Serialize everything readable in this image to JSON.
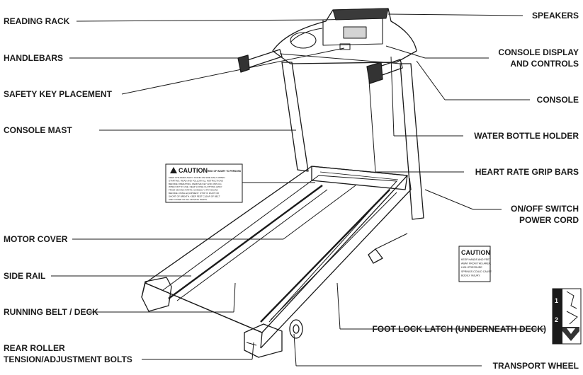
{
  "labels_left": [
    {
      "id": "reading-rack",
      "text": "READING RACK"
    },
    {
      "id": "handlebars",
      "text": "HANDLEBARS"
    },
    {
      "id": "safety-key",
      "text": "SAFETY KEY PLACEMENT"
    },
    {
      "id": "console-mast",
      "text": "CONSOLE MAST"
    },
    {
      "id": "motor-cover",
      "text": "MOTOR COVER"
    },
    {
      "id": "side-rail",
      "text": "SIDE RAIL"
    },
    {
      "id": "running-belt",
      "text": "RUNNING BELT / DECK"
    },
    {
      "id": "rear-roller-1",
      "text": "REAR ROLLER"
    },
    {
      "id": "rear-roller-2",
      "text": "TENSION/ADJUSTMENT BOLTS"
    }
  ],
  "labels_right": [
    {
      "id": "speakers",
      "text": "SPEAKERS"
    },
    {
      "id": "console-display-1",
      "text": "CONSOLE DISPLAY"
    },
    {
      "id": "console-display-2",
      "text": "AND CONTROLS"
    },
    {
      "id": "console",
      "text": "CONSOLE"
    },
    {
      "id": "water-bottle",
      "text": "WATER BOTTLE HOLDER"
    },
    {
      "id": "heart-rate",
      "text": "HEART RATE GRIP BARS"
    },
    {
      "id": "onoff-1",
      "text": "ON/OFF SWITCH"
    },
    {
      "id": "onoff-2",
      "text": "POWER CORD"
    },
    {
      "id": "foot-lock",
      "text": "FOOT LOCK LATCH (UNDERNEATH DECK)"
    },
    {
      "id": "transport",
      "text": "TRANSPORT WHEEL"
    }
  ],
  "caution_large": {
    "title": "CAUTION",
    "subtitle": "RISK OF INJURY TO PERSONS",
    "lines": [
      "KEEP CHILDREN AWAY. STAND ON SIDE RAILS WHEN",
      "STARTING. READ AND FOLLOW ALL INSTRUCTIONS",
      "BEFORE OPERATING. REMOVE KEY AND UNPLUG",
      "WHEN NOT IN USE. KEEP LOOSE CLOTHING AWAY",
      "FROM MOVING PARTS. CONSULT A PHYSICIAN",
      "BEFORE USING EQUIPMENT. STOP IF FAINT OR",
      "SHORT OF BREATH. KEEP FEET CLEAR OF BELT",
      "AND COVER OF ALL MOVING PARTS."
    ]
  },
  "caution_small": {
    "title": "CAUTION",
    "lines": [
      "KEEP HANDS AND FEET",
      "AWAY FROM THIS AREA.",
      "HIGH PRESSURE",
      "SPRINGS COULD CAUSE",
      "BODILY INJURY."
    ]
  },
  "step_labels": [
    "1",
    "2"
  ]
}
